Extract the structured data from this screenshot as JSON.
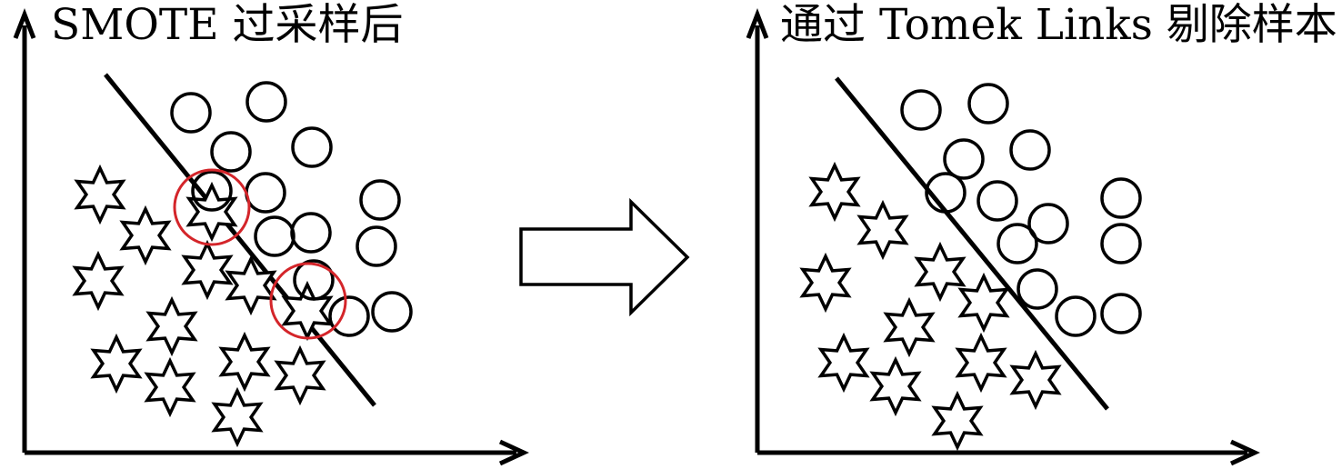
{
  "panels": [
    {
      "id": "left",
      "title": "SMOTE 过采样后",
      "circles": [
        [
          210,
          124
        ],
        [
          293,
          112
        ],
        [
          254,
          167
        ],
        [
          343,
          162
        ],
        [
          233,
          210
        ],
        [
          292,
          212
        ],
        [
          418,
          220
        ],
        [
          302,
          260
        ],
        [
          342,
          256
        ],
        [
          414,
          271
        ],
        [
          345,
          308
        ],
        [
          384,
          348
        ],
        [
          431,
          343
        ]
      ],
      "stars": [
        [
          110,
          214
        ],
        [
          160,
          259
        ],
        [
          233,
          233
        ],
        [
          108,
          309
        ],
        [
          228,
          297
        ],
        [
          276,
          314
        ],
        [
          189,
          359
        ],
        [
          338,
          342
        ],
        [
          128,
          400
        ],
        [
          269,
          398
        ],
        [
          330,
          413
        ],
        [
          187,
          426
        ],
        [
          261,
          459
        ]
      ],
      "tomek_links": [
        [
          233,
          228
        ],
        [
          339,
          331
        ]
      ]
    },
    {
      "id": "right",
      "title": "通过 Tomek Links 剔除样本",
      "circles": [
        [
          1013,
          121
        ],
        [
          1087,
          114
        ],
        [
          1060,
          175
        ],
        [
          1133,
          165
        ],
        [
          1040,
          212
        ],
        [
          1097,
          221
        ],
        [
          1233,
          218
        ],
        [
          1153,
          246
        ],
        [
          1119,
          268
        ],
        [
          1233,
          268
        ],
        [
          1141,
          318
        ],
        [
          1183,
          348
        ],
        [
          1233,
          345
        ]
      ],
      "stars": [
        [
          918,
          211
        ],
        [
          971,
          253
        ],
        [
          908,
          311
        ],
        [
          1034,
          299
        ],
        [
          1082,
          333
        ],
        [
          1000,
          360
        ],
        [
          928,
          399
        ],
        [
          1079,
          399
        ],
        [
          985,
          425
        ],
        [
          1139,
          418
        ],
        [
          1053,
          463
        ]
      ]
    }
  ],
  "colors": {
    "stroke": "#000000",
    "tomek_link": "#d4252a",
    "background": "#ffffff"
  },
  "icons": {
    "transition": "right-arrow-icon",
    "minority": "six-point-star-icon",
    "majority": "circle-icon"
  }
}
